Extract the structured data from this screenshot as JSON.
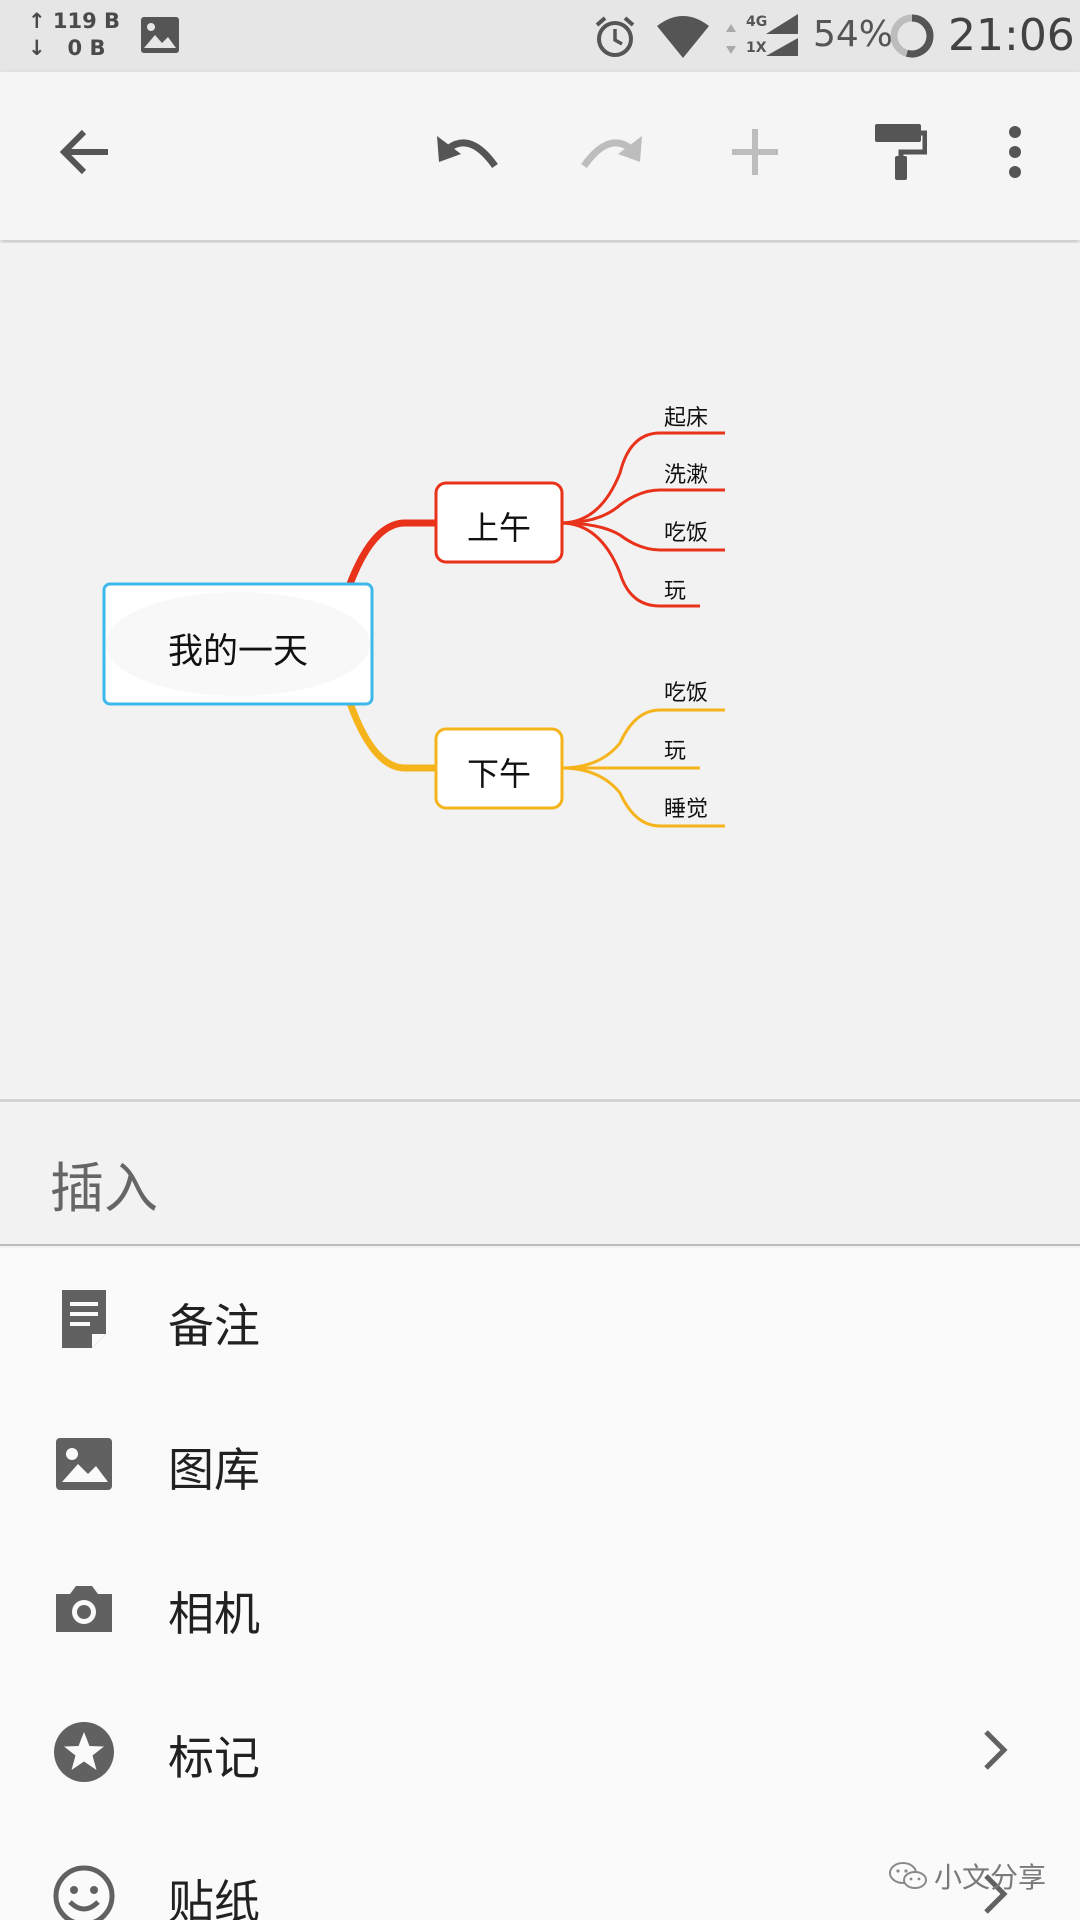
{
  "statusbar": {
    "net_up": "↑ 119 B",
    "net_down": "↓   0 B",
    "battery": "54%",
    "time": "21:06",
    "icons": [
      "gallery-notification-icon",
      "alarm-icon",
      "wifi-icon",
      "data-arrows-icon",
      "4g-signal-icon",
      "1x-signal-icon",
      "battery-ring-icon"
    ]
  },
  "toolbar": {
    "icons": [
      "back-arrow-icon",
      "undo-icon",
      "redo-icon",
      "add-icon",
      "format-painter-icon",
      "more-vert-icon"
    ],
    "redo_enabled": false,
    "add_enabled": false
  },
  "mindmap": {
    "root": "我的一天",
    "branches": [
      {
        "label": "上午",
        "color": "#e8321a",
        "children": [
          "起床",
          "洗漱",
          "吃饭",
          "玩"
        ]
      },
      {
        "label": "下午",
        "color": "#f5b41c",
        "children": [
          "吃饭",
          "玩",
          "睡觉"
        ]
      }
    ],
    "selected_border_color": "#3db8ea"
  },
  "insert": {
    "title": "插入",
    "items": [
      {
        "label": "备注",
        "icon": "note-icon",
        "has_submenu": false
      },
      {
        "label": "图库",
        "icon": "gallery-icon",
        "has_submenu": false
      },
      {
        "label": "相机",
        "icon": "camera-icon",
        "has_submenu": false
      },
      {
        "label": "标记",
        "icon": "star-marker-icon",
        "has_submenu": true
      },
      {
        "label": "贴纸",
        "icon": "smiley-sticker-icon",
        "has_submenu": true
      }
    ]
  },
  "watermark": "小文分享"
}
